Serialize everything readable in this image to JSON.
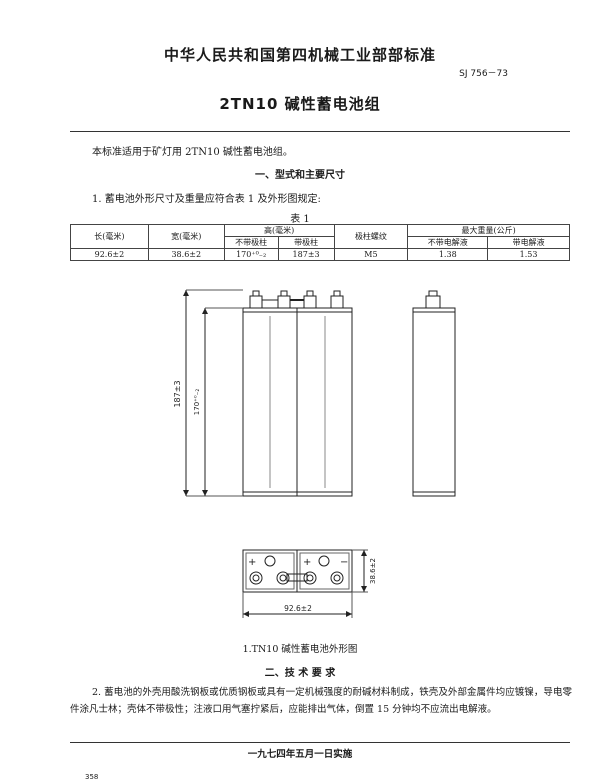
{
  "header": {
    "organization": "中华人民共和国第四机械工业部部标准",
    "code": "SJ 756－73"
  },
  "title": "2TN10 碱性蓄电池组",
  "scope": "本标准适用于矿灯用 2TN10 碱性蓄电池组。",
  "section1": {
    "heading": "一、型式和主要尺寸",
    "clause": "1. 蓄电池外形尺寸及重量应符合表 1 及外形图规定:",
    "table_caption": "表 1",
    "table": {
      "col_length": "长(毫米)",
      "col_width": "宽(毫米)",
      "col_height": "高(毫米)",
      "col_height_no_post": "不带极柱",
      "col_height_with_post": "带极柱",
      "col_thread": "极柱螺纹",
      "col_weight": "最大重量(公斤)",
      "col_weight_no_electrolyte": "不带电解液",
      "col_weight_with_electrolyte": "带电解液",
      "row": {
        "length": "92.6±2",
        "width": "38.6±2",
        "height_no_post": "170⁺⁰₋₂",
        "height_with_post": "187±3",
        "thread": "M5",
        "weight_no_electrolyte": "1.38",
        "weight_with_electrolyte": "1.53"
      }
    }
  },
  "figure": {
    "dim_height_total": "187±3",
    "dim_height_body": "170⁺⁰₋₂",
    "dim_width": "38.6±2",
    "dim_length": "92.6±2",
    "plus_sign": "+",
    "minus_sign": "−",
    "caption": "1.TN10 碱性蓄电池外形图"
  },
  "section2": {
    "heading": "二、技 术 要 求",
    "clause": "2. 蓄电池的外壳用酸洗钢板或优质钢板或具有一定机械强度的耐碱材料制成，铁壳及外部金属件均应镀镍，导电零件涂凡士林；壳体不带极性；注液口用气塞拧紧后，应能排出气体，倒置 15 分钟均不应流出电解液。"
  },
  "footer": {
    "effective_date": "一九七四年五月一日实施",
    "page_number": "358"
  }
}
